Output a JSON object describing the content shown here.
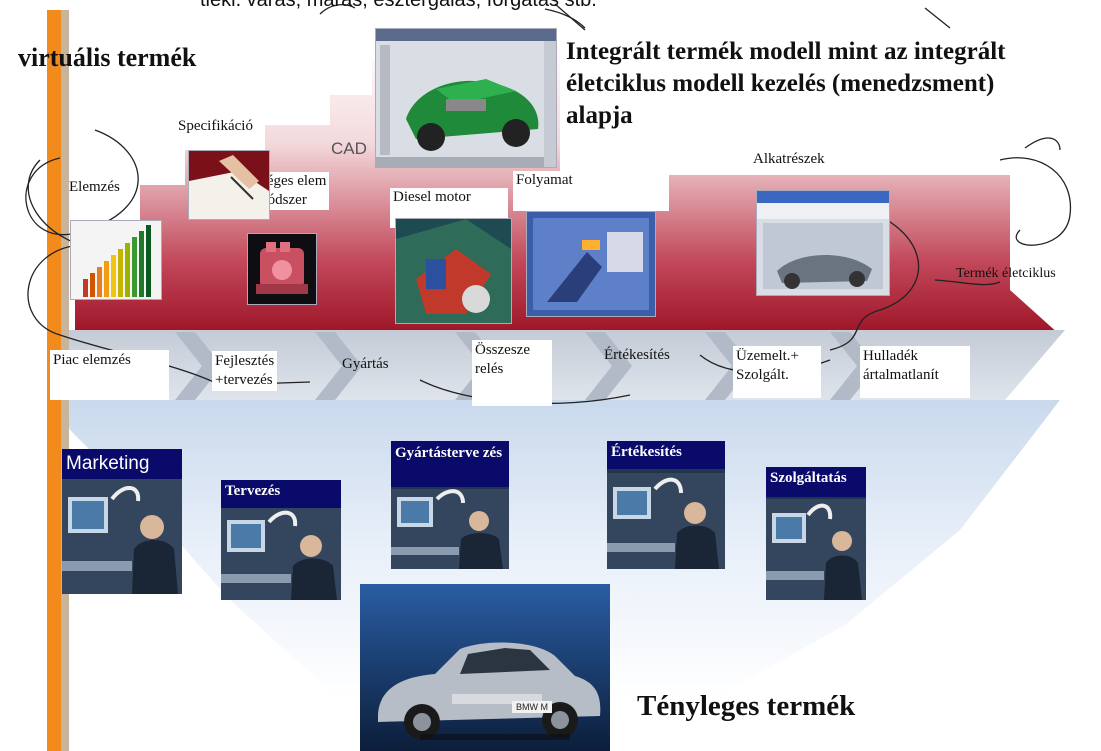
{
  "top_text": "tiekl. varas, maras, esztergalas, forgatas stb.",
  "virtual_title": "virtuális termék",
  "integrated_title": [
    "Integrált termék modell mint az integrált",
    "életciklus modell kezelés (menedzsment)",
    "alapja"
  ],
  "virtual_labels": {
    "spec": "Specifikáció",
    "cad": "CAD",
    "elemzes": "Elemzés",
    "veges": [
      "Véges elem",
      "módszer"
    ],
    "diesel": "Diesel motor",
    "folyamat": "Folyamat",
    "alkatreszek": "Alkatrészek",
    "eletciklus": "Termék életciklus"
  },
  "stages": [
    [
      "Piac elemzés"
    ],
    [
      "Fejlesztés",
      "+tervezés"
    ],
    [
      "Gyártás"
    ],
    [
      "Összesze",
      "relés"
    ],
    [
      "Értékesítés"
    ],
    [
      "Üzemelt.+",
      "Szolgált."
    ],
    [
      "Hulladék",
      "ártalmatlanít"
    ]
  ],
  "departments": [
    "Marketing",
    "Tervezés",
    "Gyártásterve zés",
    "Értékesítés",
    "Szolgáltatás"
  ],
  "real_title": "Tényleges termék",
  "car_plate": "BMW M",
  "colors": {
    "axis_orange": "#f28a1c",
    "axis_tan": "#c8b49a",
    "band_red": "#a31e2c",
    "band_pink": "#f2dcdc",
    "dept_header": "#0a0a6a"
  }
}
